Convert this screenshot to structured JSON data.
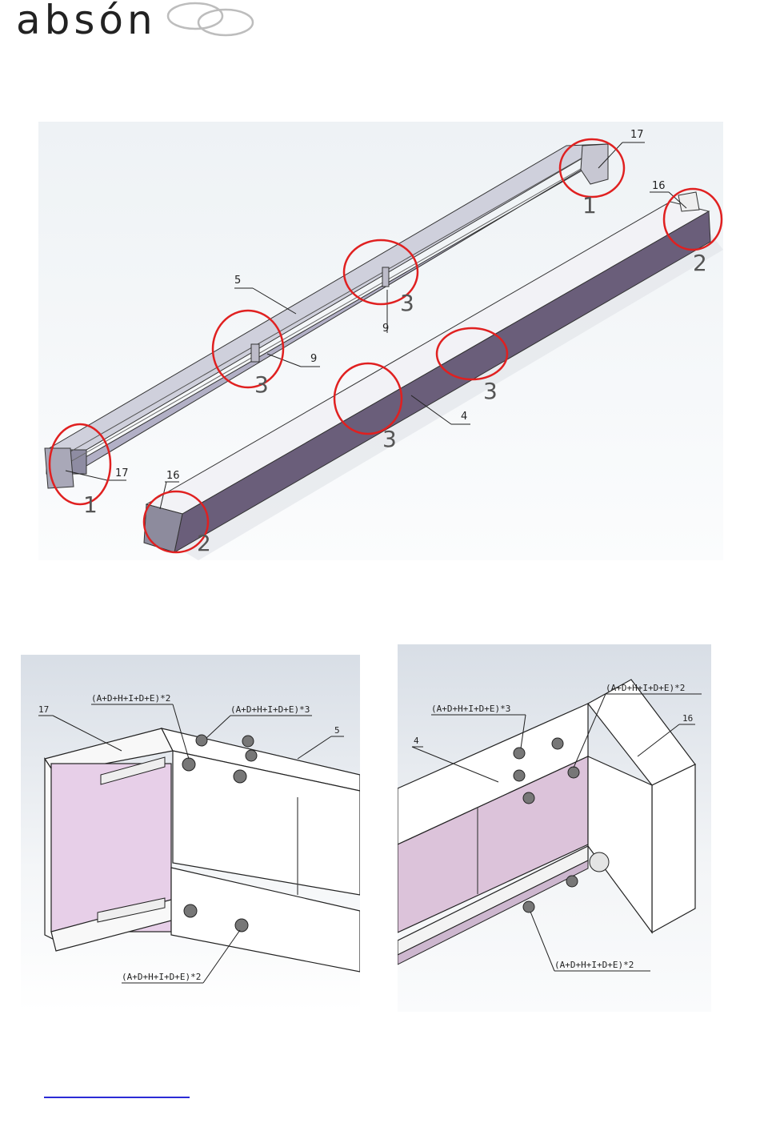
{
  "brand": {
    "name": "absón"
  },
  "figures": {
    "overview": {
      "part_labels": [
        "17",
        "16",
        "5",
        "9",
        "9",
        "4",
        "17",
        "16"
      ],
      "callouts": [
        "1",
        "2",
        "3",
        "3",
        "3",
        "3",
        "1",
        "2"
      ]
    },
    "left_detail": {
      "labels": [
        "17",
        "5"
      ],
      "fasteners": [
        "(A+D+H+I+D+E)*2",
        "(A+D+H+I+D+E)*3",
        "(A+D+H+I+D+E)*2"
      ]
    },
    "right_detail": {
      "labels": [
        "4",
        "16"
      ],
      "fasteners": [
        "(A+D+H+I+D+E)*3",
        "(A+D+H+I+D+E)*2",
        "(A+D+H+I+D+E)*2"
      ]
    }
  },
  "colors": {
    "callout_red": "#e02020",
    "beam_purple": "#6a5e7a",
    "panel_pink": "#e7cfe8",
    "link_blue": "#2b2bd6"
  },
  "footer": {
    "link_text": ""
  }
}
